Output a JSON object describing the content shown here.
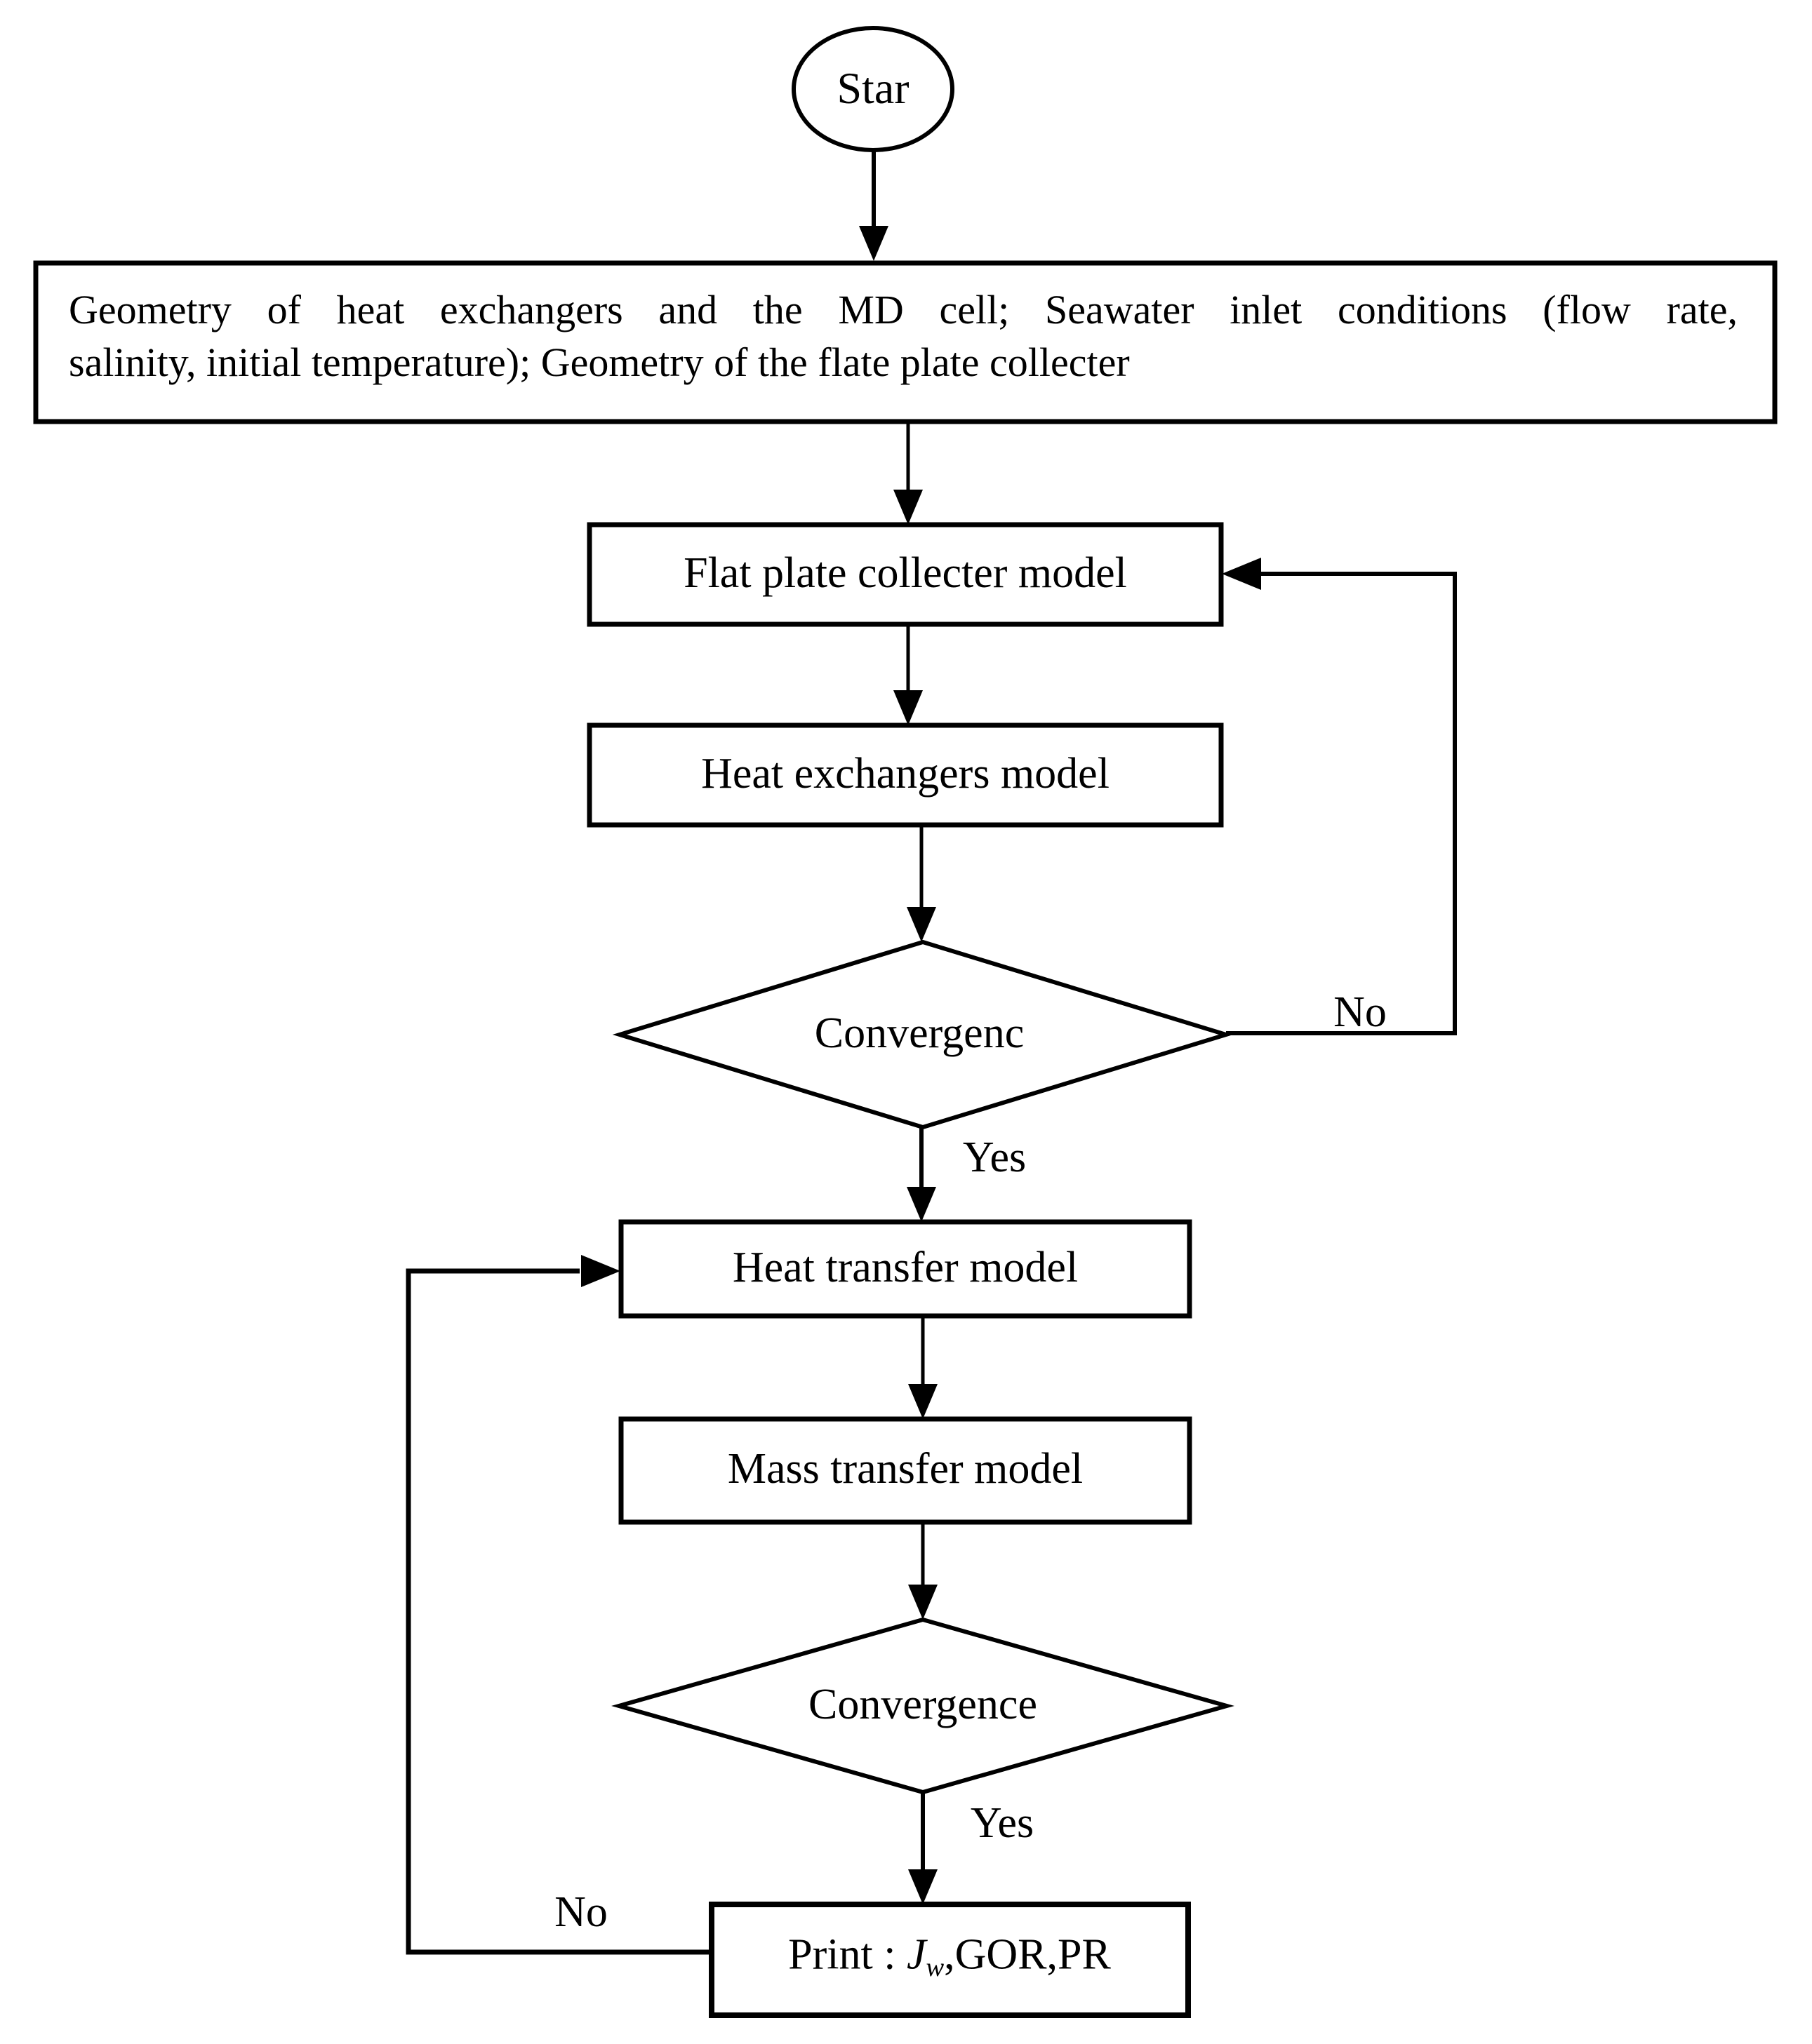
{
  "figure": {
    "background": "#ffffff",
    "line_color": "#000000",
    "nodes": {
      "start": {
        "label": "Star"
      },
      "input": {
        "lines": [
          "Geometry of heat exchangers and the MD cell; Seawater inlet conditions (flow rate,",
          "salinity, initial temperature); Geometry of the flate plate collecter"
        ]
      },
      "flat_plate": {
        "label": "Flat plate collecter model"
      },
      "heat_exchangers": {
        "label": "Heat exchangers model"
      },
      "convergence_1": {
        "label": "Convergenc"
      },
      "heat_transfer": {
        "label": "Heat transfer model"
      },
      "mass_transfer": {
        "label": "Mass transfer model"
      },
      "convergence_2": {
        "label": "Convergence"
      },
      "print": {
        "prefix": "Print : ",
        "symbol": "J",
        "subscript": "w",
        "suffix": ",GOR,PR"
      }
    },
    "edge_labels": {
      "convergence_1_no": "No",
      "convergence_1_yes": "Yes",
      "convergence_2_yes": "Yes",
      "convergence_2_no": "No"
    }
  }
}
